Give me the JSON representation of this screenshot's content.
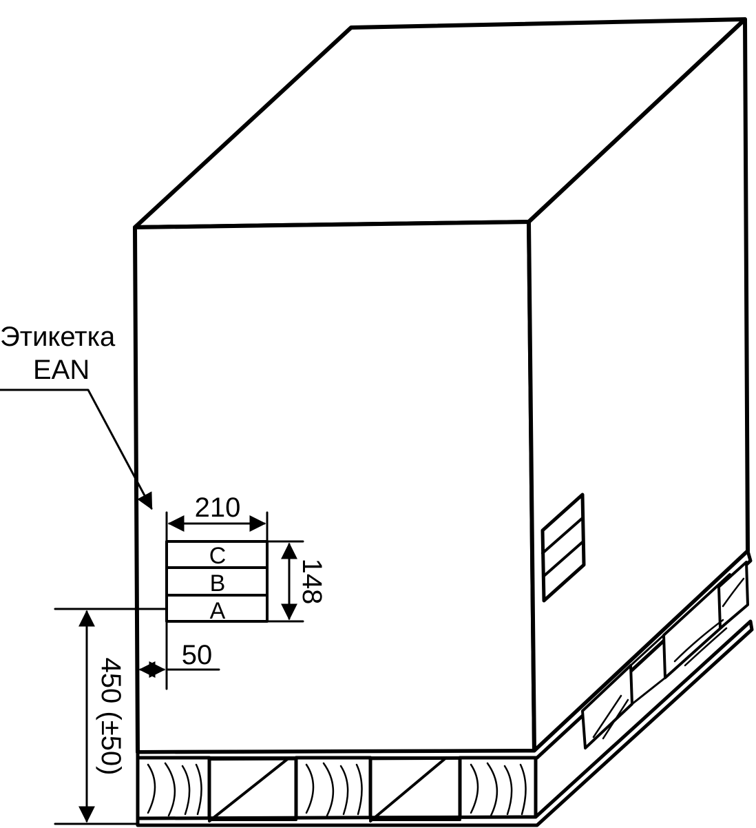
{
  "label": {
    "line1": "Этикетка",
    "line2": "EAN"
  },
  "label_segments": [
    "C",
    "B",
    "A"
  ],
  "dimensions": {
    "width": "210",
    "height": "148",
    "side_offset": "50",
    "ground_height": "450 (±50)"
  },
  "colors": {
    "ink": "#000000",
    "paper": "#ffffff"
  }
}
